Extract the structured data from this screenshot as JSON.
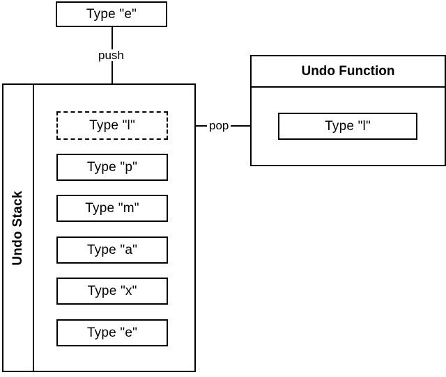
{
  "diagram": {
    "title": "Undo Stack / Undo Function",
    "colors": {
      "stroke": "#000000",
      "fill": "#ffffff",
      "text": "#000000"
    },
    "input_action": {
      "label": "Type \"e\""
    },
    "edges": [
      {
        "name": "push",
        "label": "push"
      },
      {
        "name": "pop",
        "label": "pop"
      }
    ],
    "stack": {
      "label": "Undo Stack",
      "items": [
        {
          "label": "Type \"l\"",
          "style": "dashed"
        },
        {
          "label": "Type \"p\"",
          "style": "solid"
        },
        {
          "label": "Type \"m\"",
          "style": "solid"
        },
        {
          "label": "Type \"a\"",
          "style": "solid"
        },
        {
          "label": "Type \"x\"",
          "style": "solid"
        },
        {
          "label": "Type \"e\"",
          "style": "solid"
        }
      ]
    },
    "undo_function": {
      "title": "Undo Function",
      "item": {
        "label": "Type \"l\""
      }
    }
  }
}
